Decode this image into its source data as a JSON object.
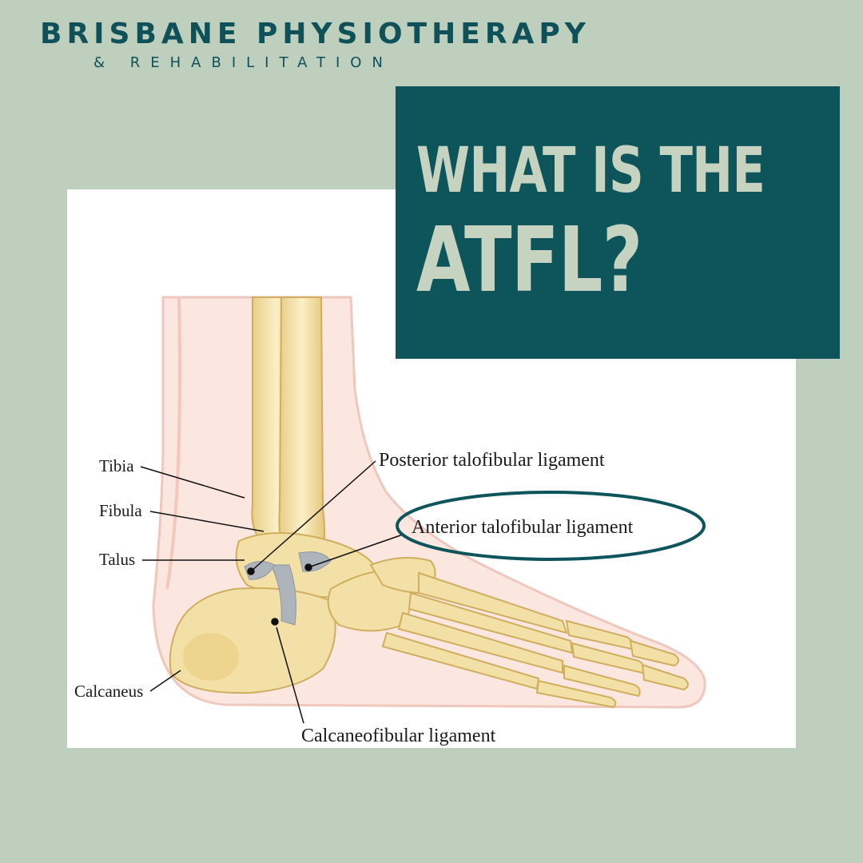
{
  "brand": {
    "name": "BRISBANE PHYSIOTHERAPY",
    "tagline": "& REHABILITATION"
  },
  "headline": {
    "line1": "WHAT IS THE",
    "line2": "ATFL?"
  },
  "diagram": {
    "labels": {
      "tibia": "Tibia",
      "fibula": "Fibula",
      "talus": "Talus",
      "calcaneus": "Calcaneus",
      "ptfl": "Posterior talofibular ligament",
      "atfl": "Anterior talofibular ligament",
      "cfl": "Calcaneofibular ligament"
    },
    "highlighted": "atfl"
  },
  "colors": {
    "background": "#bfcfbd",
    "accent": "#0d545b",
    "headline_text": "#c5d3c0",
    "bone": "#f3e0a6",
    "ligament": "#aeb4bb",
    "skin": "#f7d9d2"
  }
}
